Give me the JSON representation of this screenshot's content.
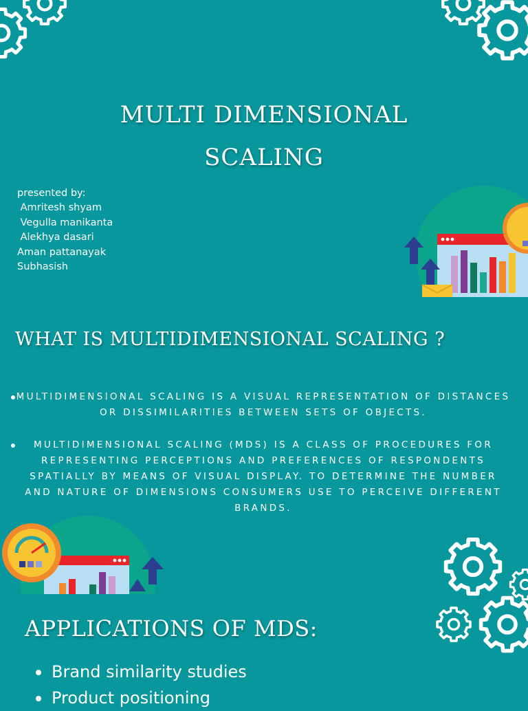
{
  "header": {
    "title_line1": "MULTI DIMENSIONAL",
    "title_line2": "SCALING"
  },
  "presenters": {
    "label": "presented by:",
    "names": [
      " Amritesh shyam",
      " Vegulla manikanta",
      " Alekhya dasari",
      "Aman pattanayak",
      "Subhasish"
    ]
  },
  "section_what": {
    "heading": "WHAT IS MULTIDIMENSIONAL SCALING ?",
    "bullets": [
      "MULTIDIMENSIONAL SCALING IS A VISUAL REPRESENTATION OF DISTANCES OR DISSIMILARITIES BETWEEN SETS OF OBJECTS.",
      "MULTIDIMENSIONAL SCALING (MDS) IS A CLASS OF PROCEDURES FOR REPRESENTING PERCEPTIONS AND PREFERENCES OF RESPONDENTS SPATIALLY BY MEANS OF VISUAL DISPLAY. TO DETERMINE THE NUMBER AND NATURE OF DIMENSIONS CONSUMERS USE TO PERCEIVE DIFFERENT BRANDS."
    ]
  },
  "section_apps": {
    "heading": "APPLICATIONS OF MDS:",
    "items": [
      "Brand similarity studies",
      "Product positioning"
    ]
  },
  "colors": {
    "background": "#08979c",
    "text": "#ffffff",
    "accent_green": "#0aa58a",
    "red": "#e8252b",
    "orange": "#f08a2c",
    "yellow": "#f6c531",
    "purple": "#7e3b92",
    "navy": "#2c3e8f"
  },
  "icons": [
    "gear-icon",
    "chart-illustration-icon",
    "arrow-up-icon",
    "gauge-icon",
    "envelope-icon"
  ]
}
